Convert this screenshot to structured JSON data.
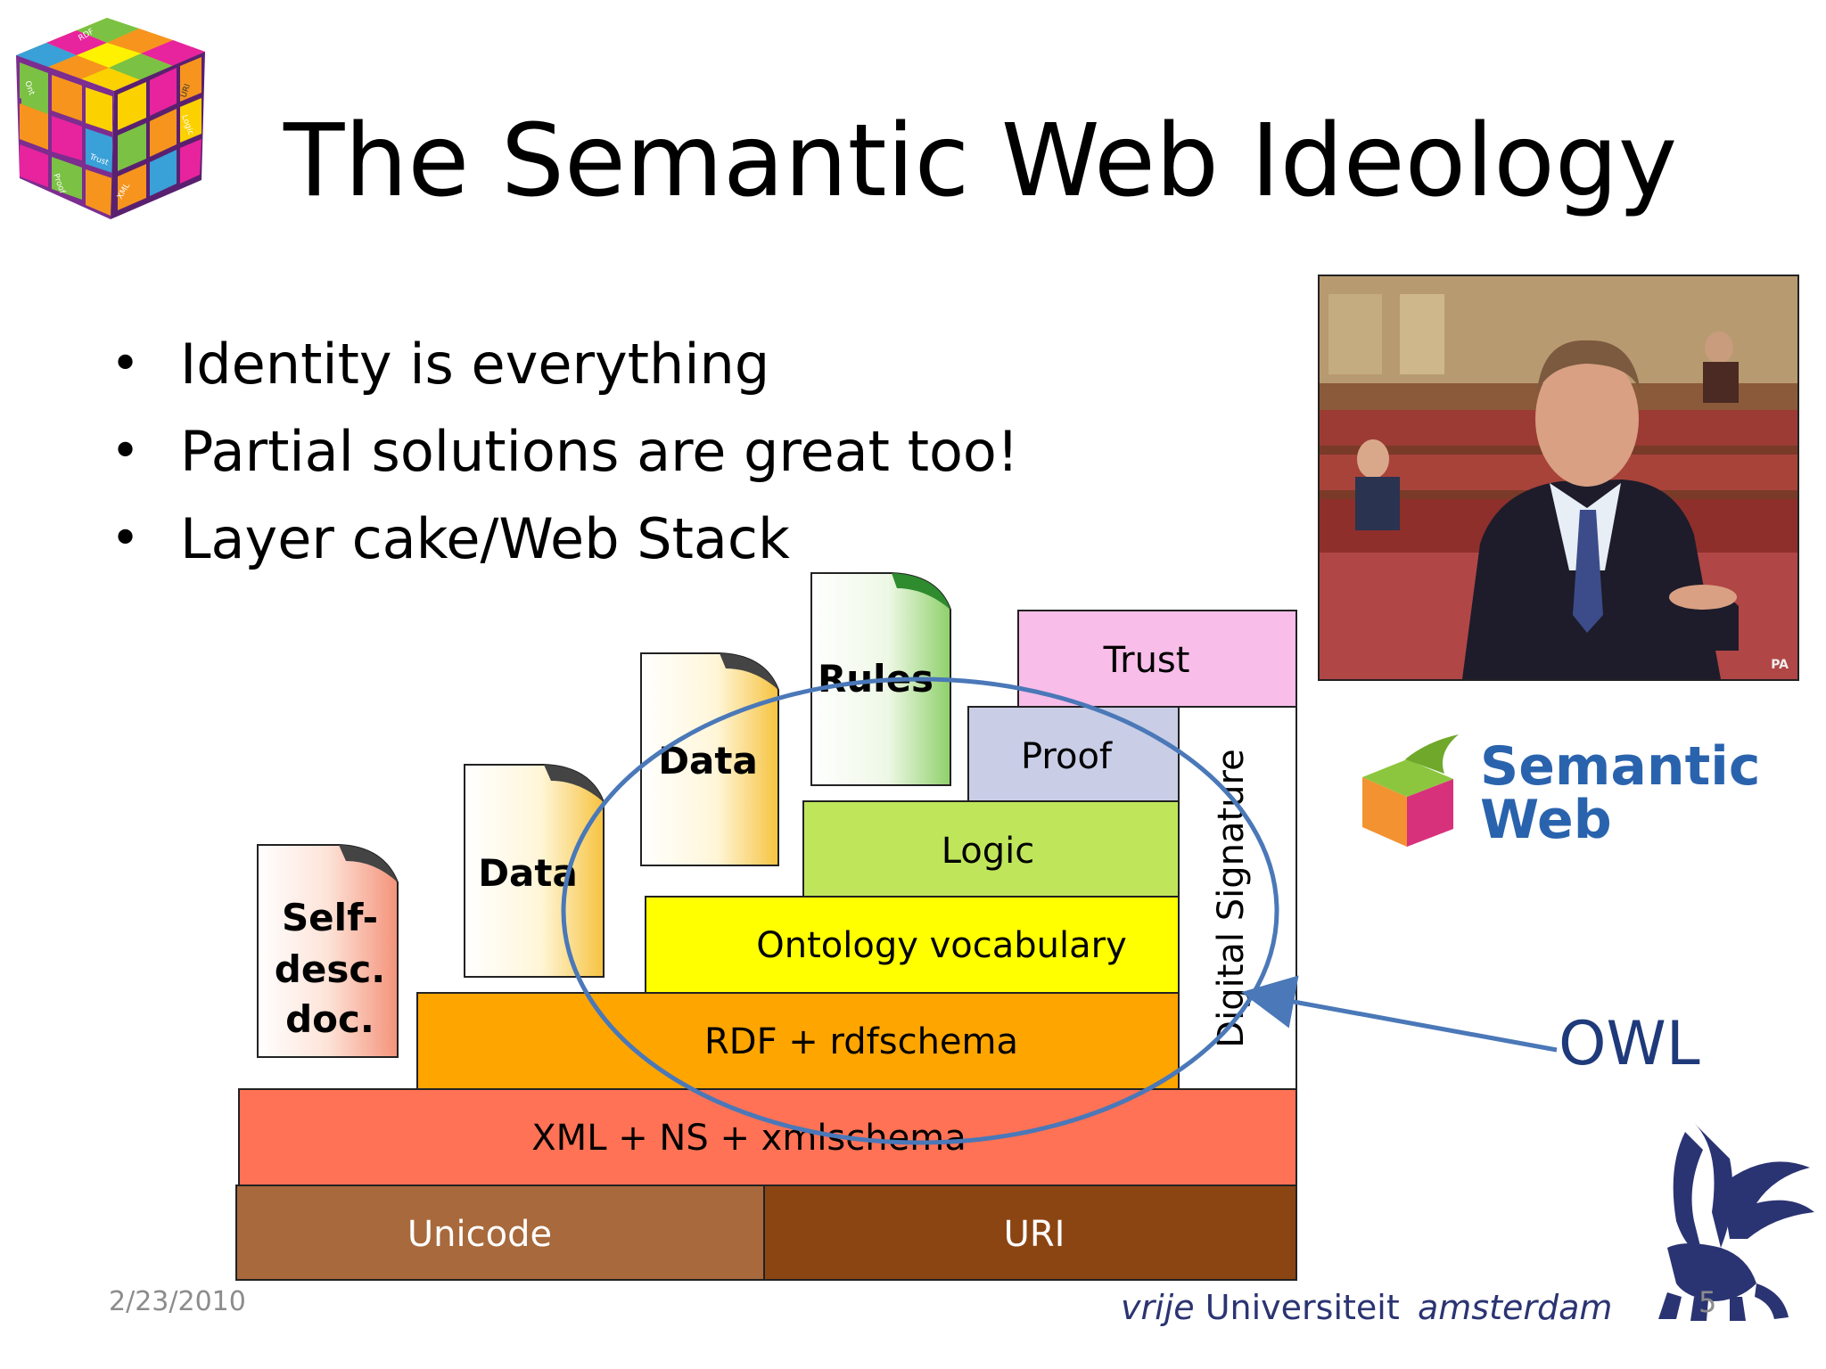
{
  "slide": {
    "title": "The Semantic Web Ideology",
    "bullets": [
      "Identity is everything",
      "Partial solutions are great too!",
      "Layer cake/Web Stack"
    ],
    "date": "2/23/2010",
    "page_number": "5"
  },
  "cube_labels": [
    "Ont",
    "RDF",
    "URI",
    "Logic",
    "Trust",
    "Proof",
    "XML"
  ],
  "diagram": {
    "layers": {
      "unicode": "Unicode",
      "uri": "URI",
      "xml": "XML + NS + xmlschema",
      "rdf": "RDF + rdfschema",
      "ontology": "Ontology vocabulary",
      "logic": "Logic",
      "proof": "Proof",
      "trust": "Trust",
      "signature": "Digital Signature"
    },
    "docs": {
      "selfdesc": [
        "Self-",
        "desc.",
        "doc."
      ],
      "data1": "Data",
      "data2": "Data",
      "rules": "Rules"
    },
    "owl_label": "OWL"
  },
  "colors": {
    "unicode": "#a8693c",
    "uri": "#8b4513",
    "xml": "#ff7255",
    "rdf": "#ffa500",
    "ontology": "#ffff00",
    "logic": "#bfe65a",
    "proof": "#c9cde6",
    "trust": "#f8bde8",
    "owl_ellipse": "#4a78b8",
    "vu_blue": "#2b3472"
  },
  "photo": {
    "credit": "PA"
  },
  "semantic_web_logo": {
    "line1": "Semantic",
    "line2": "Web"
  },
  "footer": {
    "vrije": "vrije",
    "universiteit": "Universiteit",
    "amsterdam": "amsterdam"
  }
}
